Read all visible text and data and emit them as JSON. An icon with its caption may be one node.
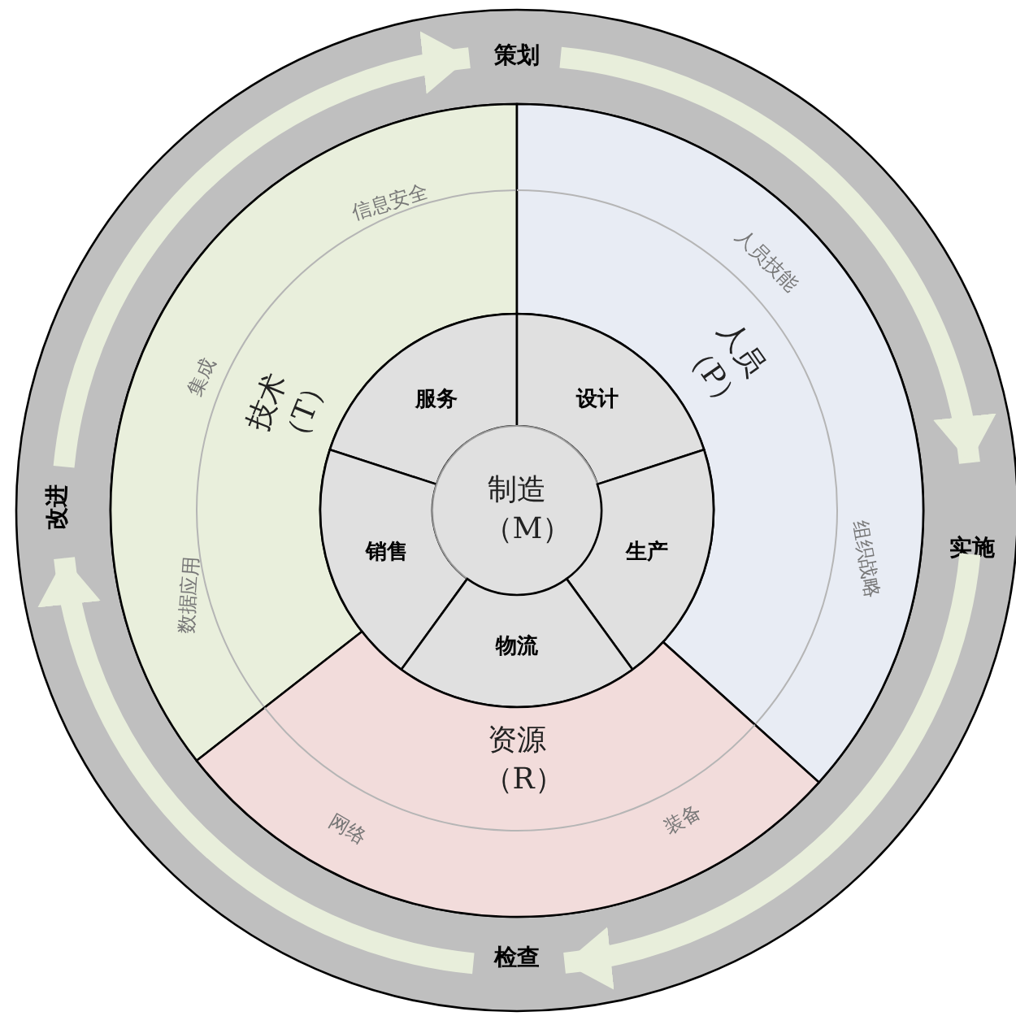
{
  "diagram": {
    "nodes": [
      {
        "text": [
          "策划"
        ]
      },
      {
        "text": [
          "改进"
        ]
      },
      {
        "text": [
          "实施"
        ]
      },
      {
        "text": [
          "检查"
        ]
      },
      {
        "text": [
          "技术（T）",
          "信息安全",
          "集成",
          "数据应用"
        ]
      },
      {
        "text": [
          "人员（P）",
          "人员技能",
          "组织战略"
        ]
      },
      {
        "text": [
          "服务"
        ]
      },
      {
        "text": [
          "设计"
        ]
      },
      {
        "text": [
          "销售"
        ]
      },
      {
        "text": [
          "制造（M）"
        ]
      },
      {
        "text": [
          "生产"
        ]
      },
      {
        "text": [
          "物流"
        ]
      },
      {
        "text": [
          "资源（R）",
          "网络",
          "装备"
        ]
      }
    ],
    "edges": [
      {
        "from": 0,
        "to": 2,
        "arrow": "to"
      },
      {
        "from": 2,
        "to": 3,
        "arrow": "to"
      },
      {
        "from": 3,
        "to": 1,
        "arrow": "to"
      },
      {
        "from": 1,
        "to": 0,
        "arrow": "to"
      }
    ]
  }
}
